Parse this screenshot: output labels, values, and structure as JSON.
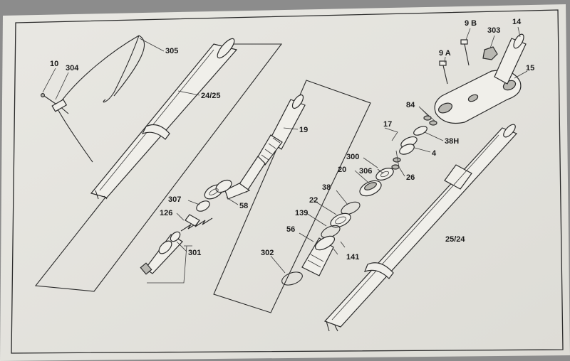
{
  "labels": [
    {
      "id": "10",
      "text": "10"
    },
    {
      "id": "304",
      "text": "304"
    },
    {
      "id": "305",
      "text": "305"
    },
    {
      "id": "24-25",
      "text": "24/25"
    },
    {
      "id": "19",
      "text": "19"
    },
    {
      "id": "307",
      "text": "307"
    },
    {
      "id": "58",
      "text": "58"
    },
    {
      "id": "126",
      "text": "126"
    },
    {
      "id": "301",
      "text": "301"
    },
    {
      "id": "9b",
      "text": "9 B"
    },
    {
      "id": "303",
      "text": "303"
    },
    {
      "id": "14",
      "text": "14"
    },
    {
      "id": "9a",
      "text": "9 A"
    },
    {
      "id": "15",
      "text": "15"
    },
    {
      "id": "84",
      "text": "84"
    },
    {
      "id": "17",
      "text": "17"
    },
    {
      "id": "38h",
      "text": "38H"
    },
    {
      "id": "4",
      "text": "4"
    },
    {
      "id": "300",
      "text": "300"
    },
    {
      "id": "20",
      "text": "20"
    },
    {
      "id": "306",
      "text": "306"
    },
    {
      "id": "26",
      "text": "26"
    },
    {
      "id": "38",
      "text": "38"
    },
    {
      "id": "22",
      "text": "22"
    },
    {
      "id": "139",
      "text": "139"
    },
    {
      "id": "56",
      "text": "56"
    },
    {
      "id": "302",
      "text": "302"
    },
    {
      "id": "141",
      "text": "141"
    },
    {
      "id": "25-24",
      "text": "25/24"
    }
  ]
}
